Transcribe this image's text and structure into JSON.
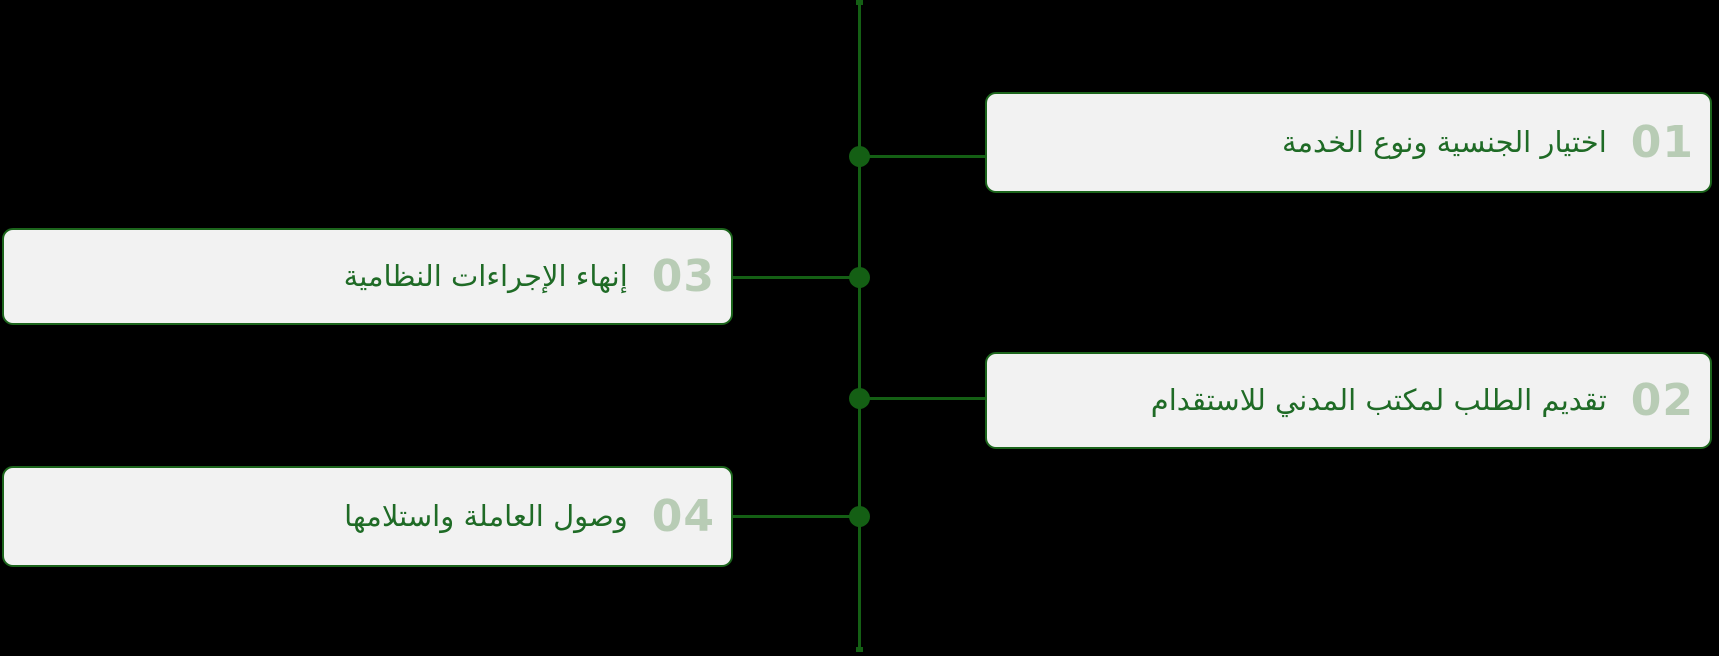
{
  "diagram": {
    "type": "vertical-timeline-process",
    "direction": "rtl",
    "language": "ar",
    "colors": {
      "background": "#000000",
      "line": "#145f14",
      "box_bg": "#f2f2f2",
      "box_border": "#1c651c",
      "number": "#b8ccb5",
      "text": "#1f6b26"
    },
    "steps": [
      {
        "number": "01",
        "label": "اختيار الجنسية ونوع الخدمة",
        "side": "right"
      },
      {
        "number": "02",
        "label": "تقديم الطلب لمكتب المدني للاستقدام",
        "side": "right"
      },
      {
        "number": "03",
        "label": "إنهاء الإجراءات النظامية",
        "side": "left"
      },
      {
        "number": "04",
        "label": "وصول العاملة واستلامها",
        "side": "left"
      }
    ]
  }
}
